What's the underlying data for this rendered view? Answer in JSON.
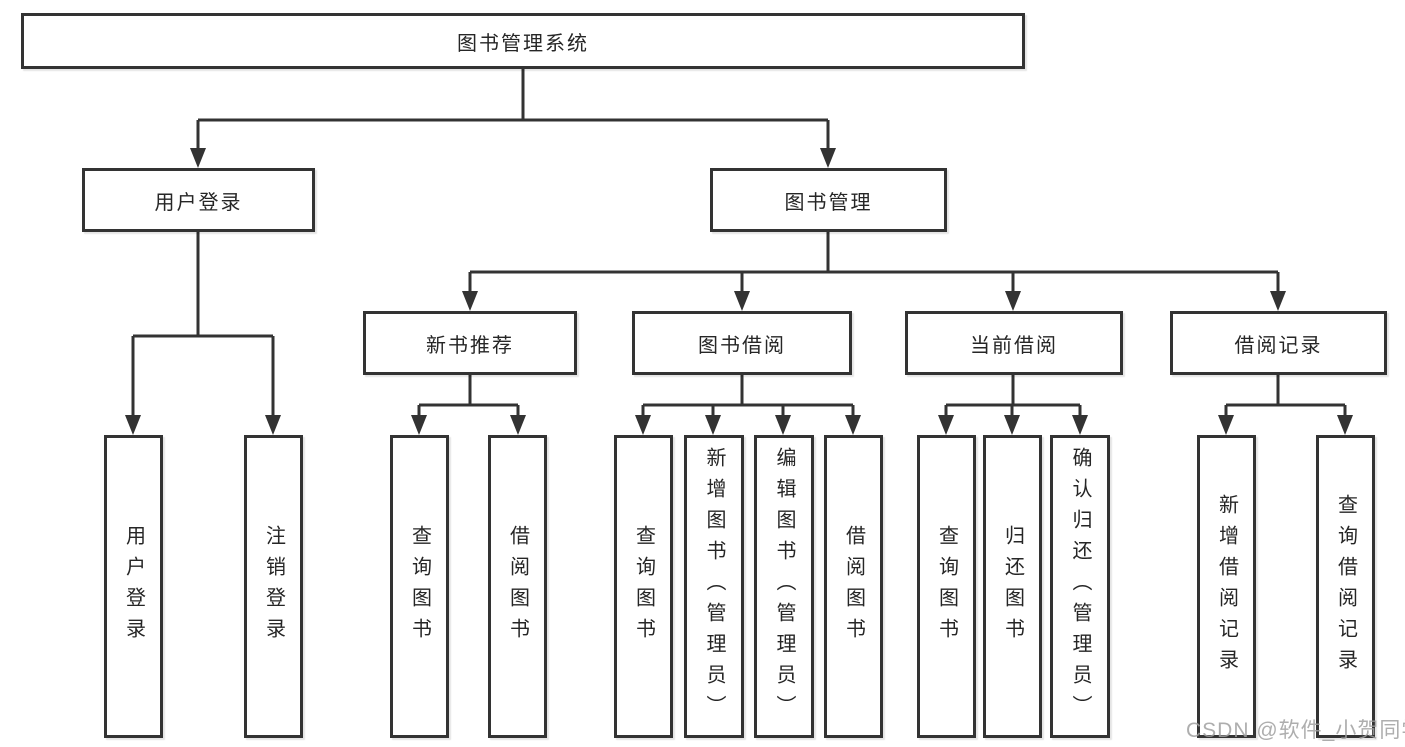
{
  "colors": {
    "line": "#333333",
    "box_border": "#333333",
    "box_fill": "#ffffff",
    "text": "#262626",
    "background": "#ffffff",
    "watermark": "#a0a0a0"
  },
  "watermark": {
    "text": "CSDN @软件_小贺同学"
  },
  "tree": {
    "root": {
      "label": "图书管理系统"
    },
    "branches": [
      {
        "label": "用户登录",
        "leaves": [
          "用户登录",
          "注销登录"
        ]
      },
      {
        "label": "图书管理",
        "groups": [
          {
            "label": "新书推荐",
            "leaves": [
              "查询图书",
              "借阅图书"
            ]
          },
          {
            "label": "图书借阅",
            "leaves": [
              "查询图书",
              "新增图书（管理员）",
              "编辑图书（管理员）",
              "借阅图书"
            ]
          },
          {
            "label": "当前借阅",
            "leaves": [
              "查询图书",
              "归还图书",
              "确认归还（管理员）"
            ]
          },
          {
            "label": "借阅记录",
            "leaves": [
              "新增借阅记录",
              "查询借阅记录"
            ]
          }
        ]
      }
    ]
  }
}
